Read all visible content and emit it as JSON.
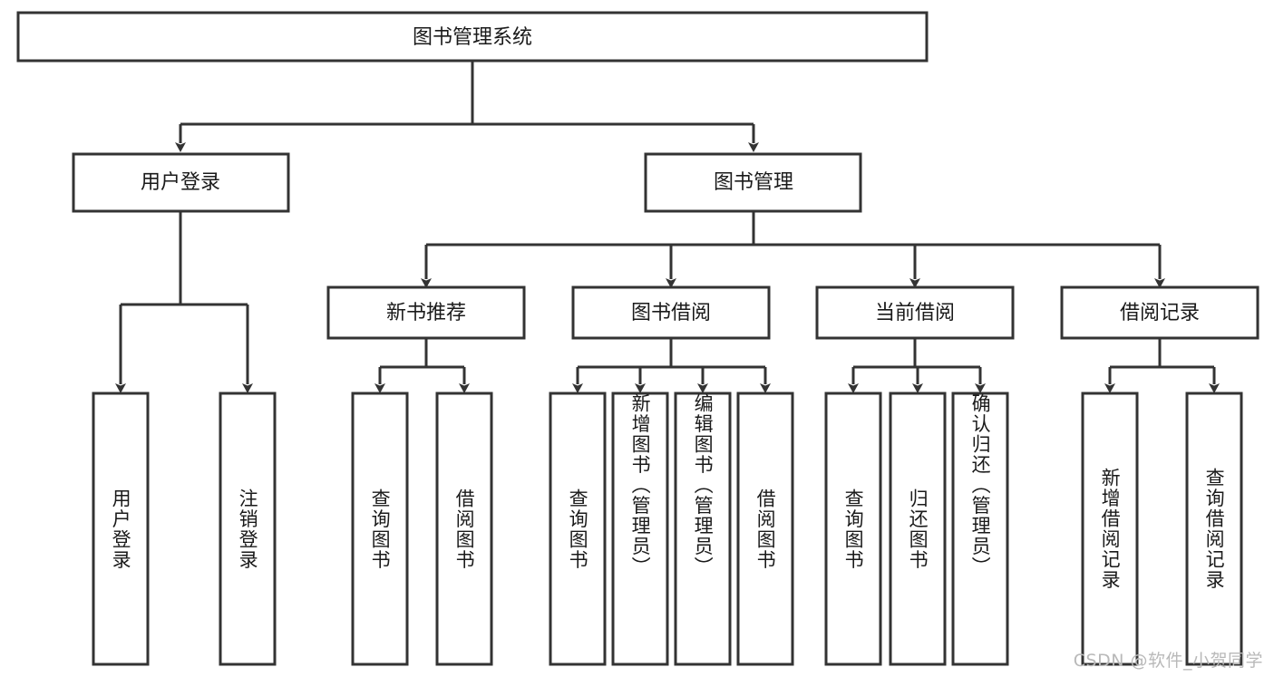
{
  "diagram": {
    "type": "tree",
    "title": "图书管理系统",
    "orientation": "top-down",
    "colors": {
      "box_stroke": "#333333",
      "box_fill": "#ffffff",
      "text": "#1a1a1a",
      "background": "#ffffff",
      "watermark": "#b9b9b9"
    },
    "levels": {
      "root": {
        "label": "图书管理系统"
      },
      "level2": [
        {
          "label": "用户登录"
        },
        {
          "label": "图书管理"
        }
      ],
      "level3": [
        {
          "label": "新书推荐"
        },
        {
          "label": "图书借阅"
        },
        {
          "label": "当前借阅"
        },
        {
          "label": "借阅记录"
        }
      ],
      "leaves": {
        "user_login": [
          {
            "label": "用户登录"
          },
          {
            "label": "注销登录"
          }
        ],
        "new_book_recommend": [
          {
            "label": "查询图书"
          },
          {
            "label": "借阅图书"
          }
        ],
        "book_borrow": [
          {
            "label": "查询图书"
          },
          {
            "label": "新增图书（管理员）"
          },
          {
            "label": "编辑图书（管理员）"
          },
          {
            "label": "借阅图书"
          }
        ],
        "current_borrow": [
          {
            "label": "查询图书"
          },
          {
            "label": "归还图书"
          },
          {
            "label": "确认归还（管理员）"
          }
        ],
        "borrow_record": [
          {
            "label": "新增借阅记录"
          },
          {
            "label": "查询借阅记录"
          }
        ]
      }
    },
    "watermark": "CSDN @软件_小贺同学"
  }
}
